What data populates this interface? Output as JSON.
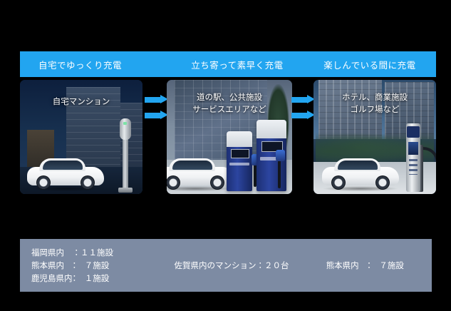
{
  "header": {
    "labels": [
      "自宅でゆっくり充電",
      "立ち寄って素早く充電",
      "楽しんでいる間に充電"
    ],
    "band_color": "#22a5f0"
  },
  "panels": [
    {
      "id": "home-apartment",
      "caption": "自宅マンション",
      "scene": "night-apartment-building-with-white-ev-and-charging-pole"
    },
    {
      "id": "public-facility",
      "caption": "道の駅、公共施設\nサービスエリアなど",
      "scene": "glass-office-building-with-white-ev-and-two-blue-fast-chargers"
    },
    {
      "id": "hotel-commercial",
      "caption": "ホテル、商業施設\nゴルフ場など",
      "scene": "hotel-towers-with-white-ev-and-tall-charging-kiosk"
    }
  ],
  "arrows": {
    "count_per_gap": 2,
    "direction": "right",
    "color": "#22a5f0"
  },
  "stats": {
    "panel_color": "#7d8ba3",
    "left": [
      "福岡県内　：１１施設",
      "熊本県内　：　７施設",
      "鹿児島県内：　１施設"
    ],
    "middle": [
      "佐賀県内のマンション：２０台"
    ],
    "right": [
      "熊本県内　：　７施設"
    ]
  },
  "canvas": {
    "background": "#000000"
  }
}
